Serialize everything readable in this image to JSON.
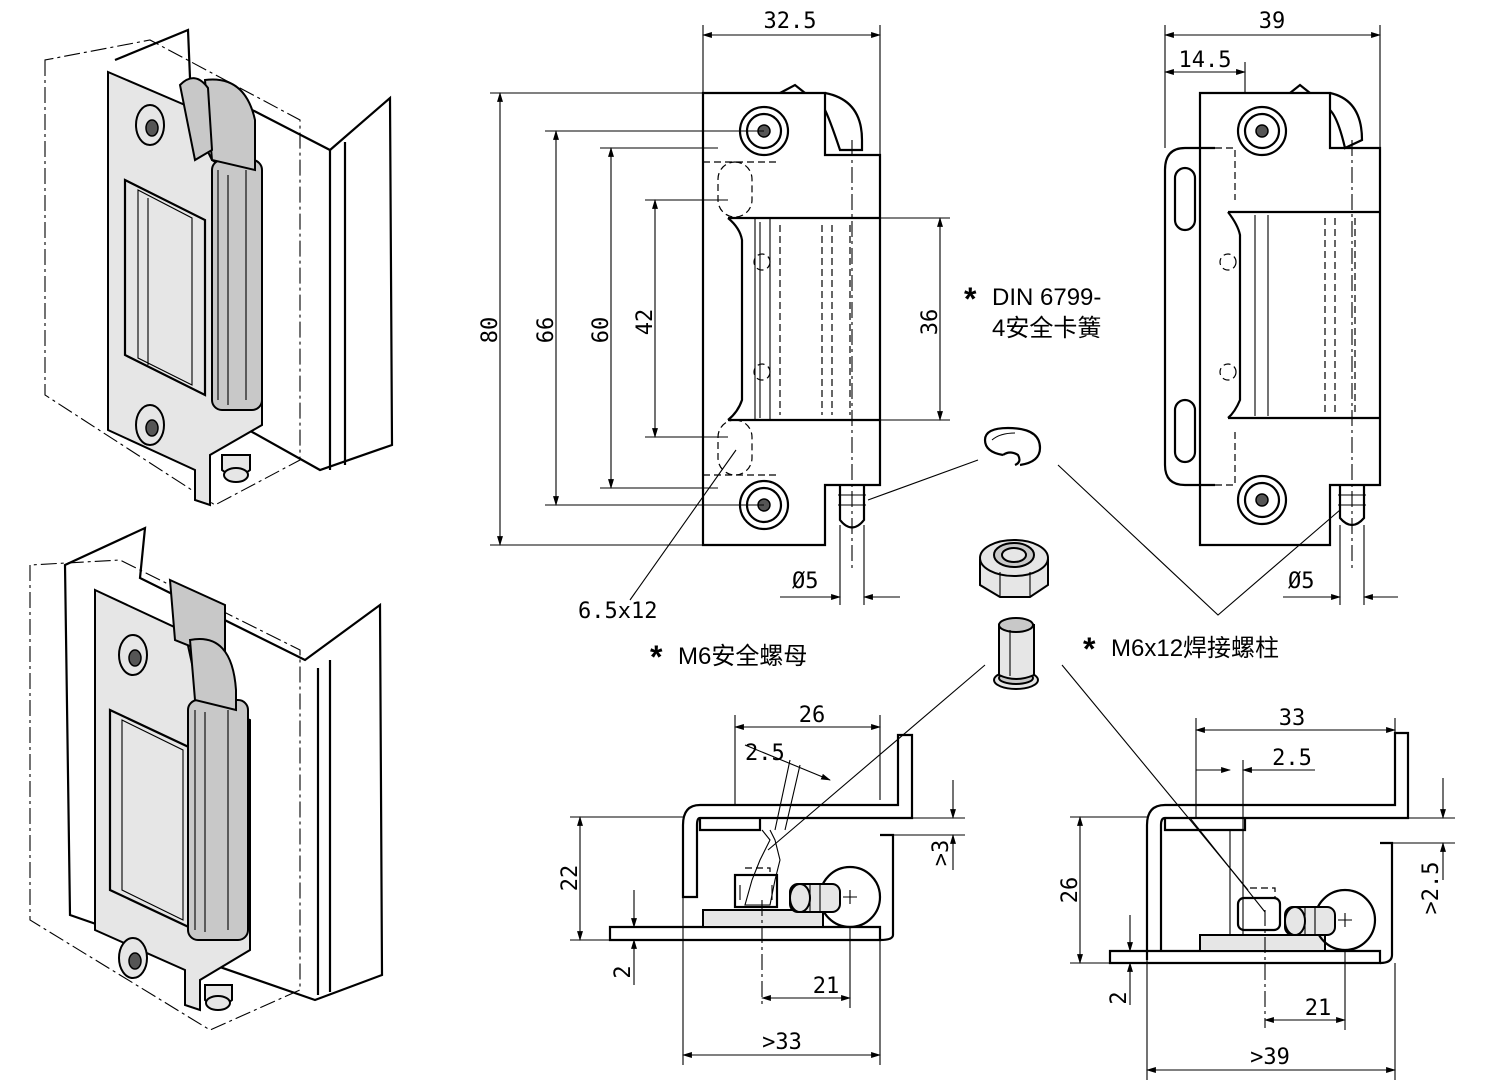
{
  "top_view": {
    "width_dim": "32.5",
    "height_dims": {
      "total": "80",
      "hole_spacing": "66",
      "slot_spacing": "60",
      "inner": "42",
      "leaf": "36"
    },
    "pin_dim": "Ø5",
    "slot_dim": "6.5x12"
  },
  "right_view": {
    "width_dim": "39",
    "offset_dim": "14.5",
    "pin_dim": "Ø5"
  },
  "callouts": {
    "circlip": {
      "star": "*",
      "line1": "DIN 6799-",
      "line2": "4安全卡簧"
    },
    "nut": {
      "star": "*",
      "text": "M6安全螺母"
    },
    "stud": {
      "star": "*",
      "text": "M6x12焊接螺柱"
    }
  },
  "section_left": {
    "top_dim": "26",
    "gap_dim": "2.5",
    "height_dim": "22",
    "small_dim": ">3",
    "base_dim": "2",
    "pin_dim": "21",
    "bottom_dim": ">33"
  },
  "section_right": {
    "top_dim": "33",
    "gap_dim": "2.5",
    "height_dim": "26",
    "small_dim": ">2.5",
    "base_dim": "2",
    "pin_dim": "21",
    "bottom_dim": ">39"
  }
}
